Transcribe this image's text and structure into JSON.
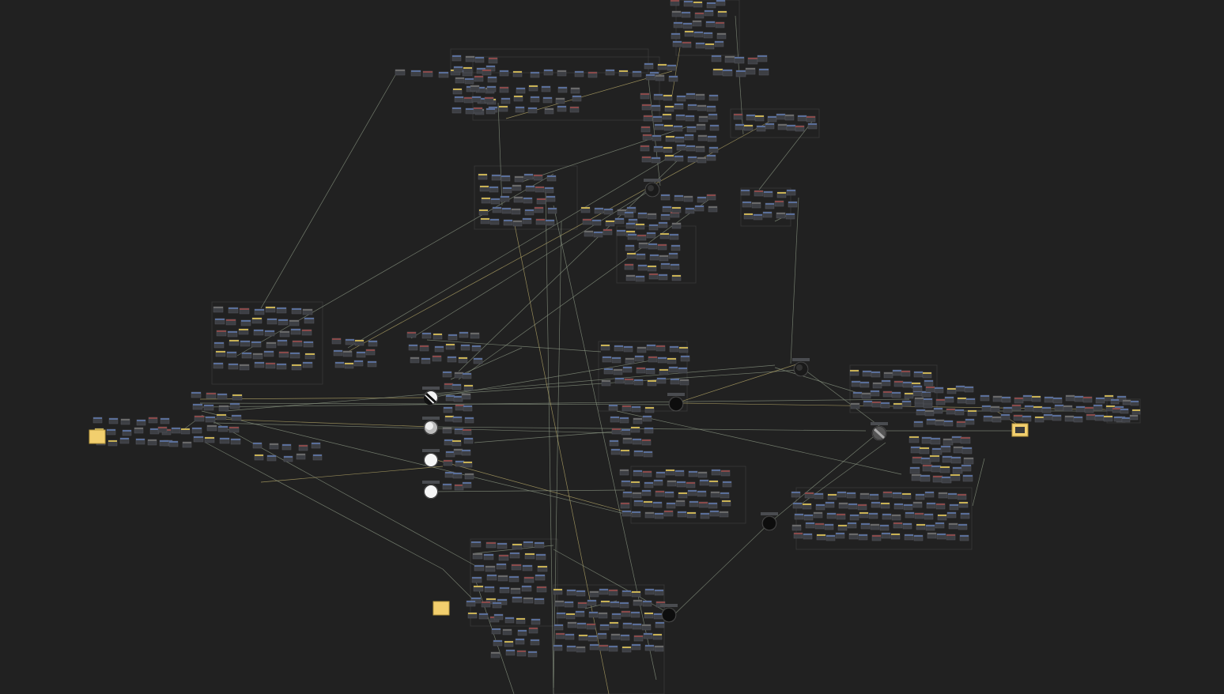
{
  "app": {
    "view": "node-graph-canvas"
  },
  "colors": {
    "background": "#212121",
    "node_body": "#3d3f44",
    "node_header_blue": "#5a6f9a",
    "node_header_red": "#8a4a4a",
    "node_header_yellow": "#c9b255",
    "wire": "#8e9a86",
    "sticky_note": "#f2cf6e"
  },
  "graph": {
    "input_notes": [
      "sticky-note-left",
      "sticky-note-bottom"
    ],
    "output_notes": [
      "sticky-note-right"
    ],
    "preview_swatches": [
      "white-black-split",
      "grey-sphere",
      "white",
      "white",
      "black",
      "dark-grey-sphere",
      "black",
      "black",
      "dark-sphere"
    ]
  }
}
